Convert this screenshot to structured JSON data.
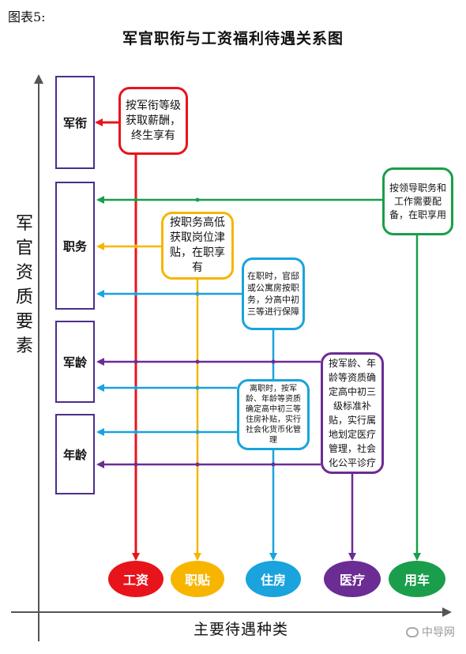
{
  "figure_label": "图表5:",
  "title": "军官职衔与工资福利待遇关系图",
  "y_axis_label": "军官资质要素",
  "x_axis_label": "主要待遇种类",
  "qualifications": [
    "军衔",
    "职务",
    "军龄",
    "年龄"
  ],
  "notes": {
    "salary": "按军衔等级获取薪酬，终生享有",
    "allowance": "按职务高低获取岗位津贴，在职享有",
    "housing_active": "在职时，官邸或公寓房按职务，分高中初三等进行保障",
    "housing_retired": "离职时，按军龄、年龄等资质确定高中初三等住房补贴，实行社会化货币化管理",
    "medical": "按军龄、年龄等资质确定高中初三级标准补贴，实行属地划定医疗管理，社会化公平诊疗",
    "car": "按领导职务和工作需要配备，在职享用"
  },
  "benefits": [
    {
      "label": "工资",
      "color": "#e8141b"
    },
    {
      "label": "职贴",
      "color": "#f7b500"
    },
    {
      "label": "住房",
      "color": "#1aa3dd"
    },
    {
      "label": "医疗",
      "color": "#6b2c93"
    },
    {
      "label": "用车",
      "color": "#1a9e4b"
    }
  ],
  "colors": {
    "salary": "#e8141b",
    "allowance": "#f7b500",
    "housing": "#1aa3dd",
    "medical": "#6b2c93",
    "car": "#1a9e4b",
    "qualification_border": "#4a2f8a",
    "axis": "#555555"
  },
  "watermark": "中导网"
}
